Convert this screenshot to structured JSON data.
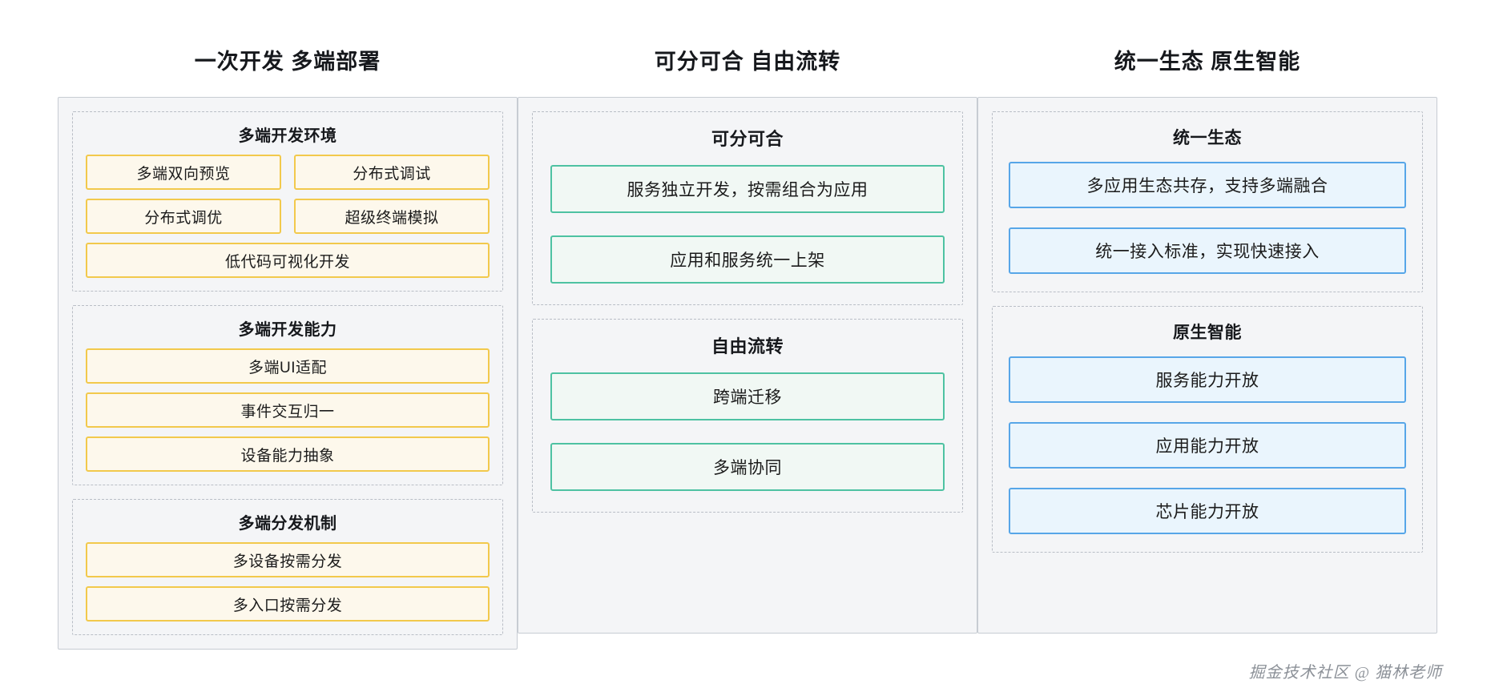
{
  "columns": [
    {
      "title": "一次开发 多端部署",
      "accent": "#f2c94c",
      "groups": [
        {
          "title": "多端开发环境",
          "rows": [
            [
              "多端双向预览",
              "分布式调试"
            ],
            [
              "分布式调优",
              "超级终端模拟"
            ],
            [
              "低代码可视化开发"
            ]
          ]
        },
        {
          "title": "多端开发能力",
          "rows": [
            [
              "多端UI适配"
            ],
            [
              "事件交互归一"
            ],
            [
              "设备能力抽象"
            ]
          ]
        },
        {
          "title": "多端分发机制",
          "rows": [
            [
              "多设备按需分发"
            ],
            [
              "多入口按需分发"
            ]
          ]
        }
      ]
    },
    {
      "title": "可分可合 自由流转",
      "accent": "#4ec2a2",
      "groups": [
        {
          "title": "可分可合",
          "rows": [
            [
              "服务独立开发，按需组合为应用"
            ],
            [
              "应用和服务统一上架"
            ]
          ]
        },
        {
          "title": "自由流转",
          "rows": [
            [
              "跨端迁移"
            ],
            [
              "多端协同"
            ]
          ]
        }
      ]
    },
    {
      "title": "统一生态 原生智能",
      "accent": "#57a6e8",
      "groups": [
        {
          "title": "统一生态",
          "rows": [
            [
              "多应用生态共存，支持多端融合"
            ],
            [
              "统一接入标准，实现快速接入"
            ]
          ]
        },
        {
          "title": "原生智能",
          "rows": [
            [
              "服务能力开放"
            ],
            [
              "应用能力开放"
            ],
            [
              "芯片能力开放"
            ]
          ]
        }
      ]
    }
  ],
  "watermark": "掘金技术社区 @ 猫林老师"
}
